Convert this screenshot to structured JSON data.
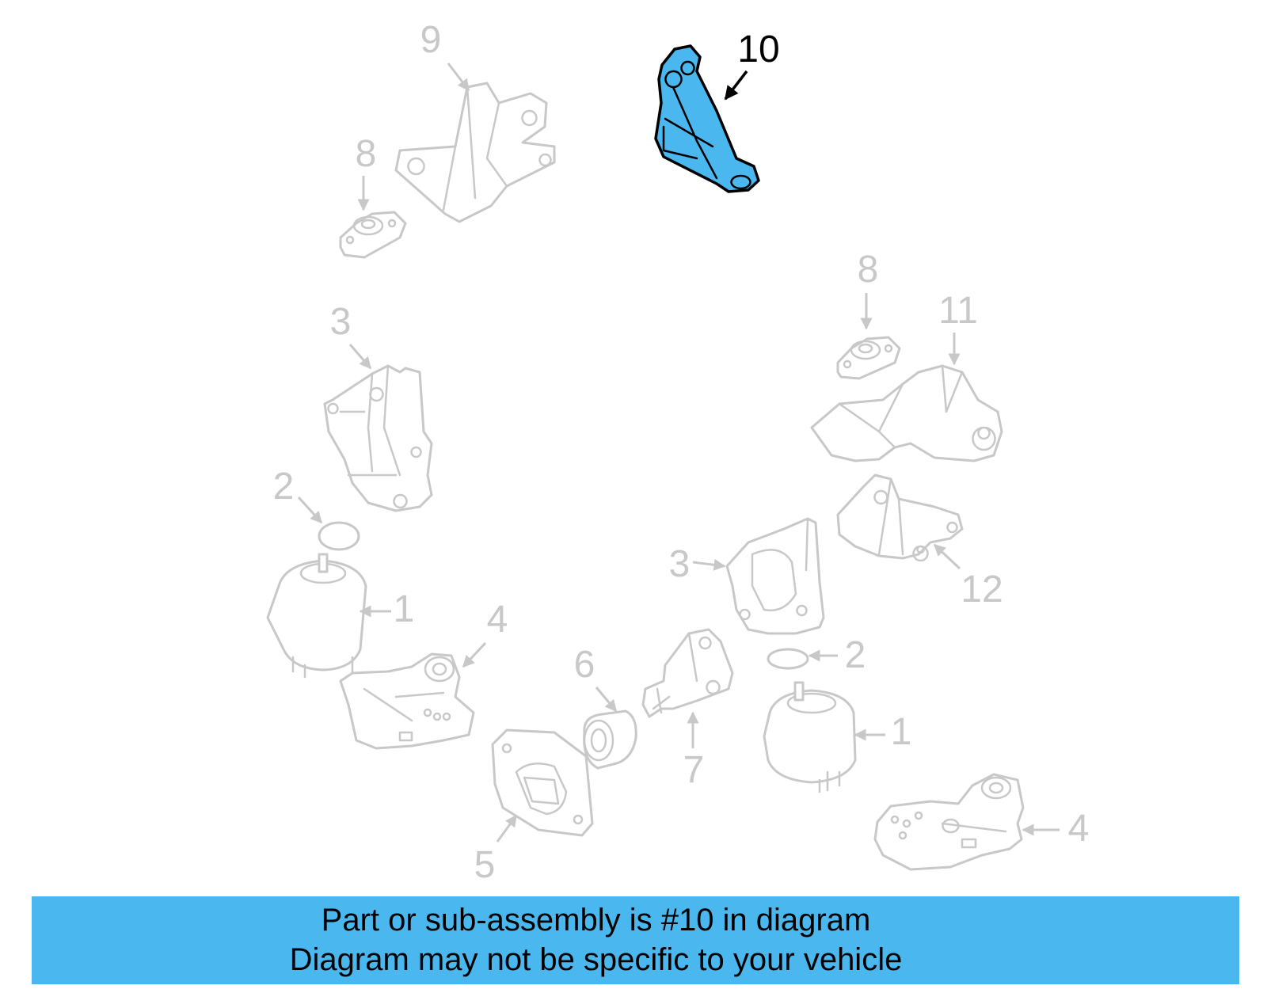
{
  "diagram": {
    "highlight_color": "#4ab7ee",
    "part_color": "#c8c8c8",
    "callouts": {
      "c9": "9",
      "c8a": "8",
      "c10": "10",
      "c8b": "8",
      "c11": "11",
      "c3a": "3",
      "c2a": "2",
      "c1a": "1",
      "c4a": "4",
      "c6": "6",
      "c5": "5",
      "c7": "7",
      "c3b": "3",
      "c12": "12",
      "c2b": "2",
      "c1b": "1",
      "c4b": "4"
    }
  },
  "banner": {
    "line1": "Part or sub-assembly is #10 in diagram",
    "line2": "Diagram may not be specific to your vehicle"
  }
}
